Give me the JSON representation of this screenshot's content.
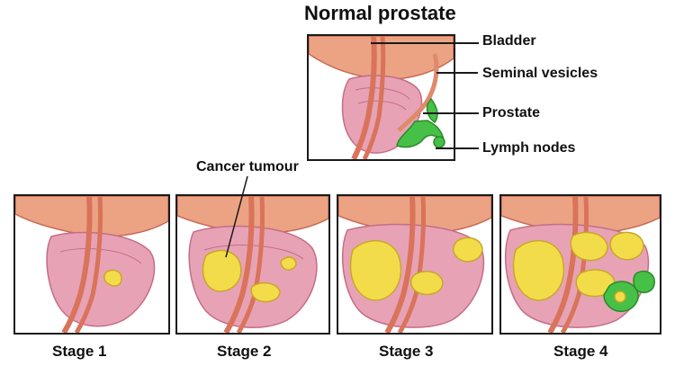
{
  "title": "Normal prostate",
  "labels": {
    "bladder": "Bladder",
    "seminal_vesicles": "Seminal vesicles",
    "prostate": "Prostate",
    "lymph_nodes": "Lymph nodes",
    "cancer_tumour": "Cancer tumour"
  },
  "stages": [
    {
      "label": "Stage 1"
    },
    {
      "label": "Stage 2"
    },
    {
      "label": "Stage 3"
    },
    {
      "label": "Stage 4"
    }
  ],
  "colors": {
    "bladder": "#e9a486",
    "prostate": "#e6a0b3",
    "urethra": "#e07f66",
    "tumour": "#f2dc4b",
    "lymph": "#3fbf3f",
    "outline": "#1a1a1a"
  }
}
